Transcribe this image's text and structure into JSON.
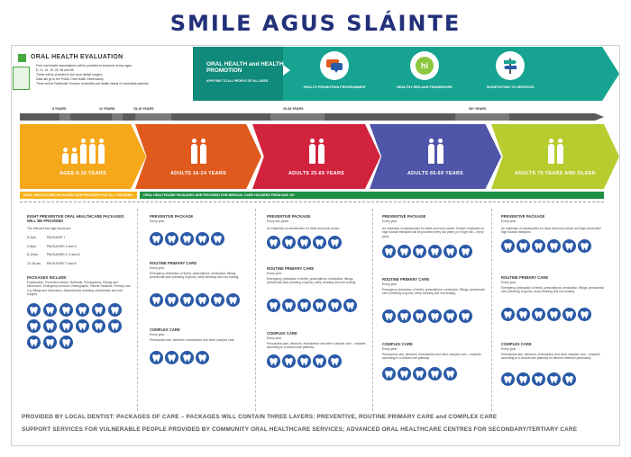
{
  "title": "SMILE AGUS SLÁINTE",
  "evaluation": {
    "title": "ORAL HEALTH EVALUATION",
    "lines": [
      "Free oral health examinations will be provided to everyone at key ages:",
      "8, 12, 15, 19, 25, 46 and 65.",
      "These will be provided in the local dental surgery.",
      "Data will go to the Public Oral Health Observatory.",
      "There will be Pathfinder Surveys to identify oral health needs of vulnerable patients."
    ]
  },
  "promotion": {
    "title": "ORAL HEALTH and HEALTH PROMOTION",
    "subtitle": "APPLYING TO ALL PEOPLE OF ALL AGES.",
    "items": [
      {
        "label": "HEALTH PROMOTION PROGRAMMES",
        "icon": "speech-bubble-icon"
      },
      {
        "label": "HEALTHY IRELAND FRAMEWORK",
        "icon": "healthy-ireland-logo-icon"
      },
      {
        "label": "SIGNPOSTING TO SERVICES",
        "icon": "signpost-icon"
      }
    ]
  },
  "age_ticks": [
    "8 YEARS",
    "12 YEARS",
    "15-19 YEARS",
    "20-45 YEARS",
    "65+ YEARS"
  ],
  "age_groups": [
    {
      "label": "AGES 0-16 YEARS",
      "color": "#f6a81b"
    },
    {
      "label": "ADULTS 16-24 YEARS",
      "color": "#e05a1d"
    },
    {
      "label": "ADULTS 25-65 YEARS",
      "color": "#d2233d"
    },
    {
      "label": "ADULTS 65-69 YEARS",
      "color": "#4f55a8"
    },
    {
      "label": "ADULTS 70 YEARS AND OLDER",
      "color": "#b7cc2e"
    }
  ],
  "banners": {
    "children": "ORAL HEALTHCARE PACKAGES ARE PROVIDED FOR ALL CHILDREN",
    "adults": "ORAL HEALTHCARE PACKAGES ARE PROVIDED FOR MEDICAL CARD HOLDERS FROM AGE 16+"
  },
  "children": {
    "heading": "EIGHT PREVENTIVE ORAL HEALTHCARE PACKAGES WILL BE PROVIDED",
    "sub": "The relevant four age bands are:",
    "bands": [
      {
        "age": "0-2yrs",
        "pkg": "PACKAGE 1"
      },
      {
        "age": "2-6yrs",
        "pkg": "PACKAGES 2 and 3"
      },
      {
        "age": "6-12yrs",
        "pkg": "PACKAGES 4, 5 and 6"
      },
      {
        "age": "12-16 yrs",
        "pkg": "PACKAGES 7 and 8"
      }
    ],
    "includes_title": "PACKAGES INCLUDE:",
    "includes_text": "Examination, Preventive advice, Referrals, Prescriptions, Fillings and extractions, Emergency services, Radiographs, Fissure Sealants, Primary care e.g. fillings and extractions. Assessments including orthodontics and oral surgery."
  },
  "adult_columns": [
    {
      "preventive": {
        "title": "PREVENTIVE PACKAGE",
        "freq": "Every year",
        "text": ""
      },
      "routine": {
        "title": "ROUTINE PRIMARY CARE",
        "freq": "Every year",
        "text": "Emergency (extraction of teeth), prescriptions, medication, fillings, periodontal care (cleaning of gums), deep cleaning and root scaling."
      },
      "complex": {
        "title": "COMPLEX CARE",
        "freq": "Every year",
        "text": "Periodontal care, dentures, endodontics and other complex care."
      }
    },
    {
      "preventive": {
        "title": "PREVENTIVE PACKAGE",
        "freq": "Every two years",
        "text": "An emphasis on assessment for head and neck cancer."
      },
      "routine": {
        "title": "ROUTINE PRIMARY CARE",
        "freq": "Every year",
        "text": "Emergency (extraction of teeth), prescriptions, medication, fillings, periodontal care (cleaning of gums), deep cleaning and root scaling."
      },
      "complex": {
        "title": "COMPLEX CARE",
        "freq": "Every year",
        "text": "Periodontal care, dentures, endodontics and other complex care – implants according to a clinical care pathway."
      }
    },
    {
      "preventive": {
        "title": "PREVENTIVE PACKAGE",
        "freq": "Every year",
        "text": "An emphasis on assessment for head and neck cancer. Greater emphasis on high fluoride therapies will be provided every two years (or if high risk – every year)."
      },
      "routine": {
        "title": "ROUTINE PRIMARY CARE",
        "freq": "Every year",
        "text": "Emergency (extraction of teeth), prescriptions, medication, fillings, periodontal care (cleaning of gums), deep cleaning and root scaling."
      },
      "complex": {
        "title": "COMPLEX CARE",
        "freq": "Every year",
        "text": "Periodontal care, dentures, endodontics and other complex care – implants according to a clinical care pathway."
      }
    },
    {
      "preventive": {
        "title": "PREVENTIVE PACKAGE",
        "freq": "Every year",
        "text": "An emphasis on assessment for head and neck cancer and high prevention/ high fluoride therapies."
      },
      "routine": {
        "title": "ROUTINE PRIMARY CARE",
        "freq": "Every year",
        "text": "Emergency (extraction of teeth), prescriptions, medication, fillings, periodontal care (cleaning of gums), deep cleaning and root scaling."
      },
      "complex": {
        "title": "COMPLEX CARE",
        "freq": "Every year",
        "text": "Periodontal care, dentures, endodontics and other complex care – implants according to a clinical care pathway for denture retention particularly."
      }
    }
  ],
  "footer": {
    "line1": "PROVIDED BY LOCAL DENTIST: PACKAGES OF CARE – PACKAGES WILL CONTAIN THREE LAYERS: PREVENTIVE, ROUTINE PRIMARY CARE and COMPLEX CARE",
    "line2": "SUPPORT SERVICES FOR VULNERABLE PEOPLE PROVIDED BY COMMUNITY ORAL HEALTHCARE SERVICES; ADVANCED ORAL HEALTHCARE CENTRES FOR SECONDARY/TERTIARY CARE"
  }
}
